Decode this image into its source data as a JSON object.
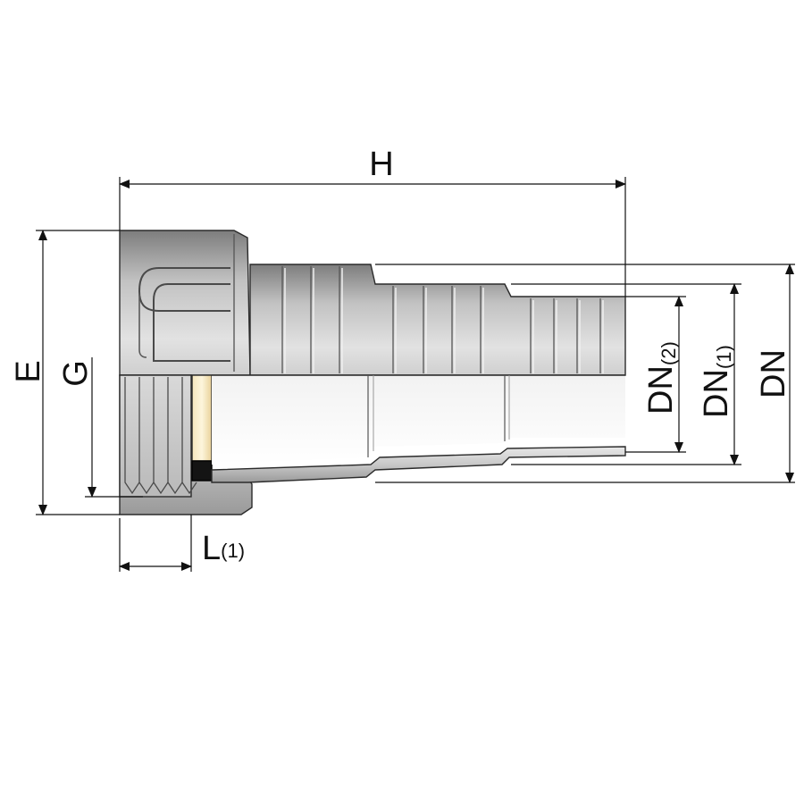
{
  "diagram": {
    "labels": {
      "H": "H",
      "E": "E",
      "G": "G",
      "L": "L",
      "L_sub": "(1)",
      "DN": "DN",
      "DN1": "DN",
      "DN1_sub": "(1)",
      "DN2": "DN",
      "DN2_sub": "(2)"
    },
    "colors": {
      "body_light": "#dddddd",
      "body_mid": "#b4b4b4",
      "body_dark": "#7e7e7e",
      "outline": "#2b2b2b",
      "seal": "#f0dfae",
      "dim_line": "#111111"
    }
  }
}
